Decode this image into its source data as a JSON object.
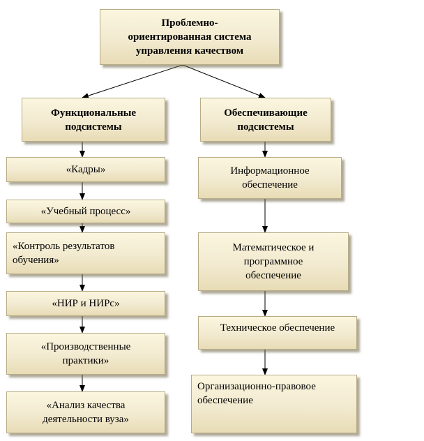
{
  "root": "Проблемно-\nориентированная система\nуправления качеством",
  "functional": {
    "title": "Функциональные\nподсистемы",
    "items": [
      "«Кадры»",
      "«Учебный процесс»",
      "«Контроль результатов\nобучения»",
      "«НИР и НИРс»",
      "«Производственные\nпрактики»",
      "«Анализ качества\nдеятельности вуза»"
    ]
  },
  "supporting": {
    "title": "Обеспечивающие\nподсистемы",
    "items": [
      "Информационное\nобеспечение",
      "Математическое и\nпрограммное\nобеспечение",
      "Техническое обеспечение",
      "Организационно-правовое\nобеспечение"
    ]
  },
  "colors": {
    "box_fill_top": "#fbf6df",
    "box_fill_bottom": "#e8dcb6",
    "box_border": "#b7ab86",
    "line": "#000000"
  }
}
